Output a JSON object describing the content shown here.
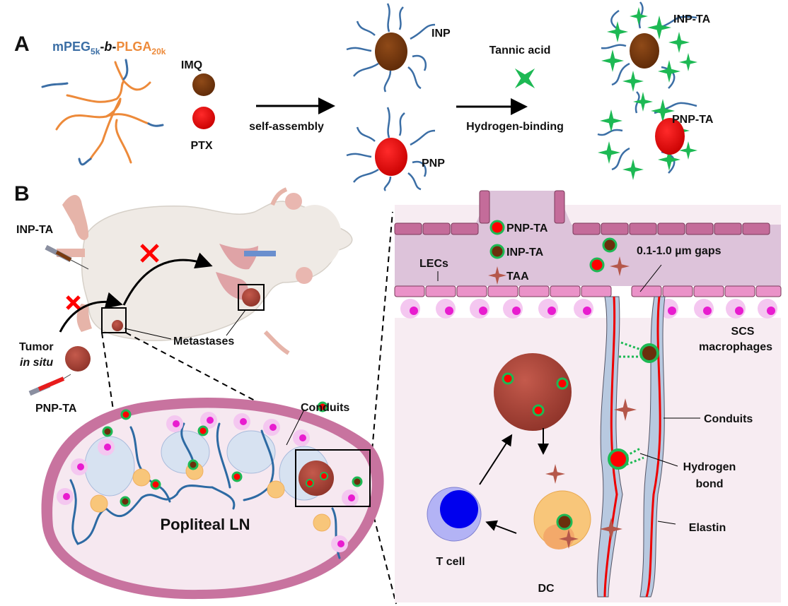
{
  "panel_a": {
    "letter": "A",
    "polymer_label": {
      "mpeg": "mPEG",
      "mpeg_sub": "5k",
      "dash1": "-",
      "b": "b",
      "dash2": "-",
      "plga": "PLGA",
      "plga_sub": "20k"
    },
    "drug_imq": "IMQ",
    "drug_ptx": "PTX",
    "step1_label": "self-assembly",
    "np_inp": "INP",
    "np_pnp": "PNP",
    "step2_top": "Tannic acid",
    "step2_bottom": "Hydrogen-binding",
    "np_inp_ta": "INP-TA",
    "np_pnp_ta": "PNP-TA"
  },
  "panel_b": {
    "letter": "B",
    "inj_inp": "INP-TA",
    "inj_pnp": "PNP-TA",
    "tumor_line1": "Tumor",
    "tumor_line2": "in situ",
    "metastases": "Metastases",
    "conduits_ln": "Conduits",
    "ln_label": "Popliteal LN",
    "legend_pnp": "PNP-TA",
    "legend_inp": "INP-TA",
    "legend_taa": "TAA",
    "lecs": "LECs",
    "gaps": "0.1-1.0 µm gaps",
    "scs_line1": "SCS",
    "scs_line2": "macrophages",
    "conduits": "Conduits",
    "hbond_line1": "Hydrogen",
    "hbond_line2": "bond",
    "elastin": "Elastin",
    "tcell": "T cell",
    "dc": "DC"
  },
  "colors": {
    "peg_blue": "#3b6ea5",
    "plga_orange": "#ed8a3a",
    "imq_brown": "#7a3b10",
    "ptx_red": "#ff0000",
    "ta_green": "#1db954",
    "lymph_purple": "#ddc3da",
    "tumor": "#b04a3e",
    "macrophage_magenta": "#e81ccf"
  }
}
